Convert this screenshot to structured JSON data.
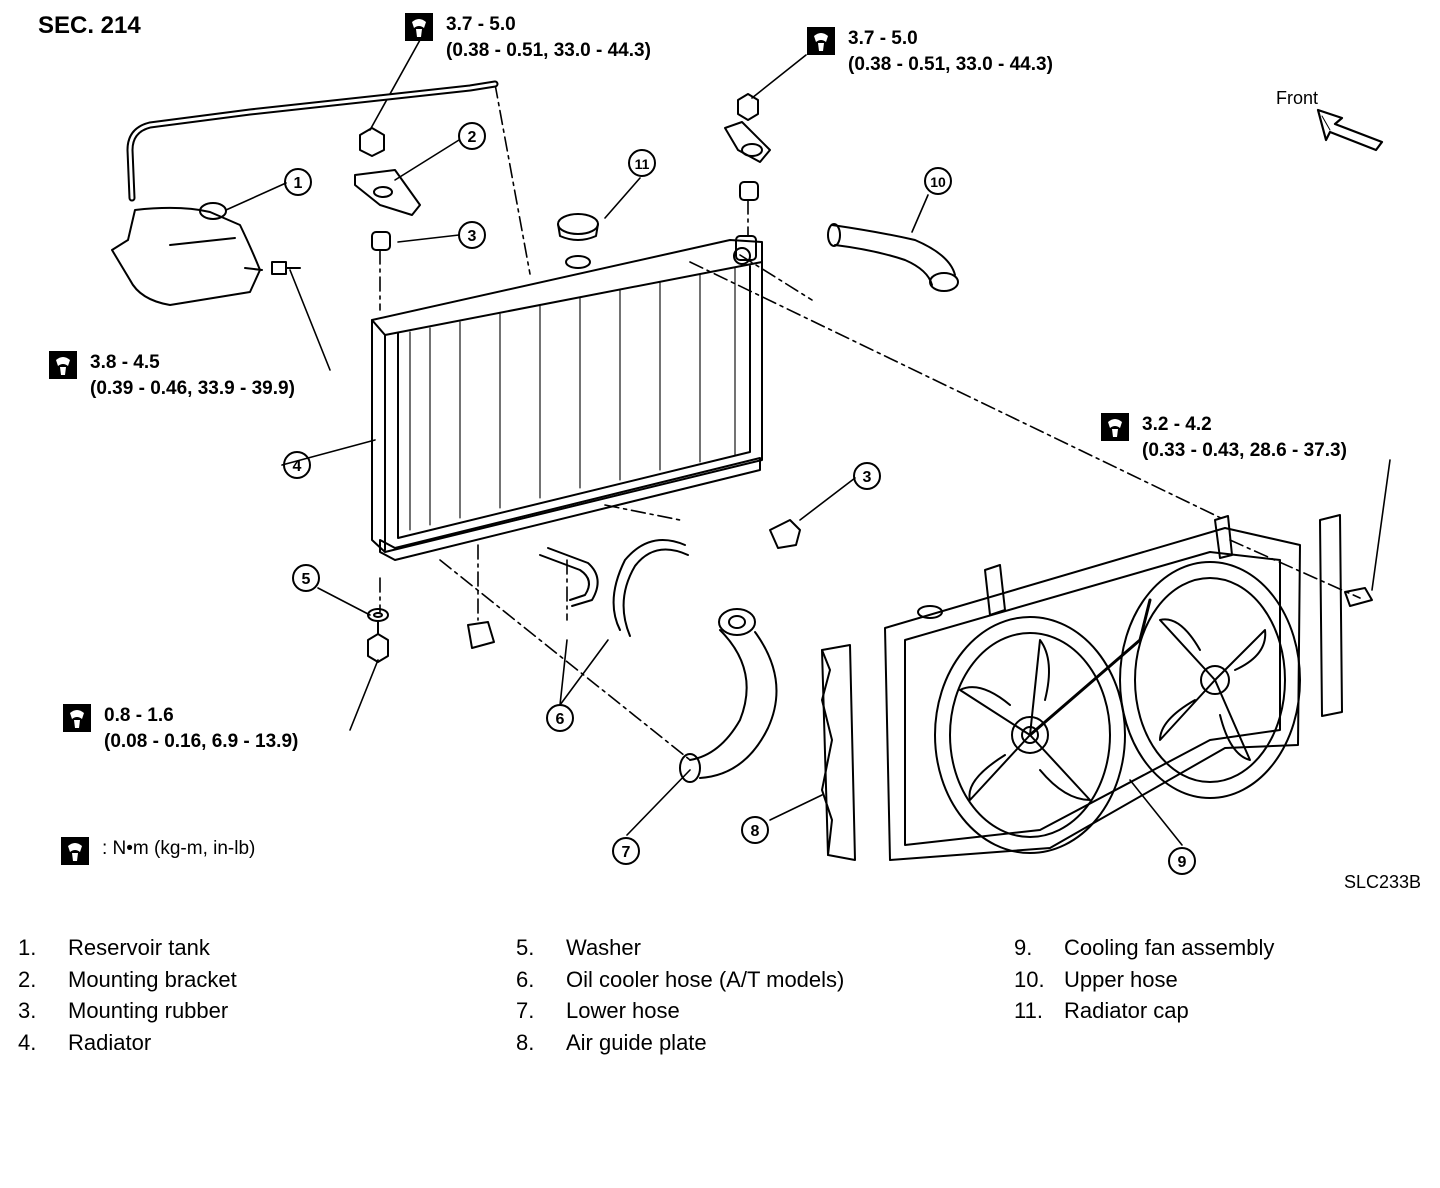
{
  "header": {
    "section": "SEC. 214",
    "figure_code": "SLC233B"
  },
  "direction": {
    "label": "Front"
  },
  "torque_specs": [
    {
      "id": "t-top-center",
      "primary": "3.7 - 5.0",
      "secondary": "(0.38 - 0.51, 33.0 - 44.3)"
    },
    {
      "id": "t-top-right",
      "primary": "3.7 - 5.0",
      "secondary": "(0.38 - 0.51, 33.0 - 44.3)"
    },
    {
      "id": "t-left",
      "primary": "3.8 - 4.5",
      "secondary": "(0.39 - 0.46, 33.9 - 39.9)"
    },
    {
      "id": "t-right",
      "primary": "3.2 - 4.2",
      "secondary": "(0.33 - 0.43, 28.6 - 37.3)"
    },
    {
      "id": "t-bottom-left",
      "primary": "0.8 - 1.6",
      "secondary": "(0.08 - 0.16, 6.9 - 13.9)"
    }
  ],
  "torque_unit": ": N•m  (kg-m,  in-lb)",
  "callouts": [
    "1",
    "2",
    "3",
    "3",
    "4",
    "5",
    "6",
    "7",
    "8",
    "9",
    "10",
    "11"
  ],
  "parts": [
    {
      "num": "1.",
      "name": "Reservoir tank"
    },
    {
      "num": "2.",
      "name": "Mounting bracket"
    },
    {
      "num": "3.",
      "name": "Mounting rubber"
    },
    {
      "num": "4.",
      "name": "Radiator"
    },
    {
      "num": "5.",
      "name": "Washer"
    },
    {
      "num": "6.",
      "name": "Oil cooler hose (A/T models)"
    },
    {
      "num": "7.",
      "name": "Lower hose"
    },
    {
      "num": "8.",
      "name": "Air guide plate"
    },
    {
      "num": "9.",
      "name": "Cooling fan assembly"
    },
    {
      "num": "10.",
      "name": "Upper hose"
    },
    {
      "num": "11.",
      "name": "Radiator cap"
    }
  ],
  "colors": {
    "ink": "#000000",
    "paper": "#ffffff"
  }
}
